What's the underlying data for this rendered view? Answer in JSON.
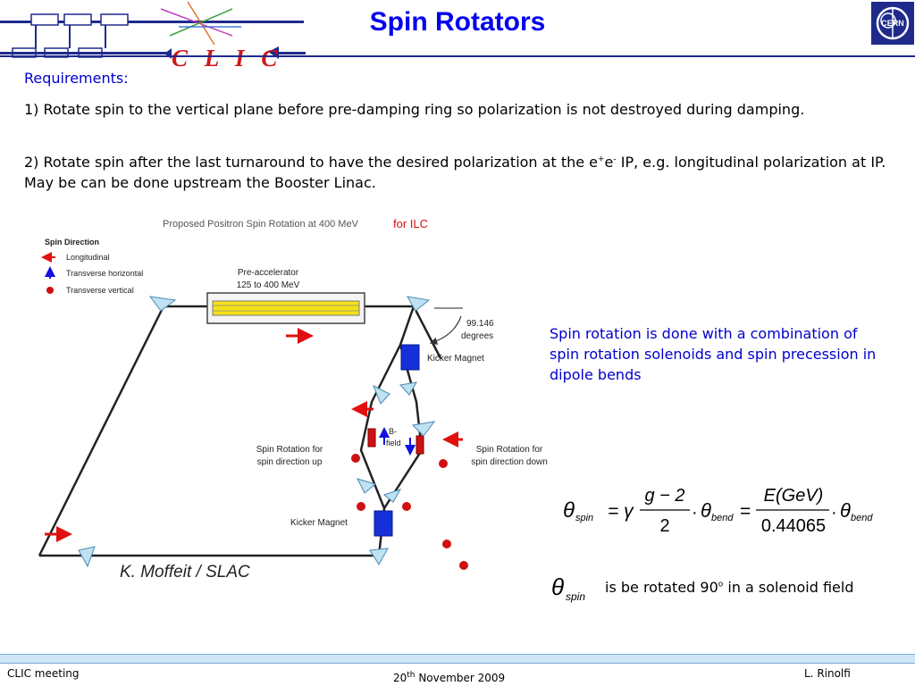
{
  "header": {
    "title": "Spin Rotators",
    "logo_text": "C L I C",
    "cern_label": "CERN"
  },
  "requirements": {
    "heading": "Requirements:",
    "item1": "1) Rotate spin to the vertical plane before pre-damping ring so polarization is not destroyed during damping.",
    "item2_pre": "2) Rotate spin after the last turnaround to have the desired polarization at the e",
    "item2_sup1": "+",
    "item2_mid": "e",
    "item2_sup2": "-",
    "item2_post": " IP, e.g. longitudinal polarization at IP.  May be can be done upstream the Booster Linac."
  },
  "diagram": {
    "title": "Proposed Positron Spin Rotation at 400 MeV",
    "for_ilc": "for ILC",
    "legend_title": "Spin Direction",
    "legend_longitudinal": "Longitudinal",
    "legend_transverse_h": "Transverse horizontal",
    "legend_transverse_v": "Transverse vertical",
    "pre_accel_1": "Pre-accelerator",
    "pre_accel_2": "125 to 400 MeV",
    "angle_1": "99.146",
    "angle_2": "degrees",
    "kicker_top": "Kicker Magnet",
    "kicker_bottom": "Kicker Magnet",
    "bfield_1": "B-",
    "bfield_2": "field",
    "rot_up_1": "Spin Rotation for",
    "rot_up_2": "spin direction up",
    "rot_down_1": "Spin Rotation for",
    "rot_down_2": "spin direction down",
    "credit": "K. Moffeit / SLAC"
  },
  "side_note": "Spin rotation is done with a combination of spin rotation solenoids and spin precession in dipole bends",
  "formula": {
    "theta": "θ",
    "sub_spin": "spin",
    "eq1": "= γ",
    "num1": "g − 2",
    "den1": "2",
    "dot": "·",
    "theta2": "θ",
    "sub_bend": "bend",
    "eq2": "=",
    "num2": "E(GeV)",
    "den2": "0.44065",
    "theta3": "θ",
    "sub_bend2": "bend"
  },
  "rotated": {
    "theta": "θ",
    "sub": "spin",
    "text_pre": "is be rotated 90",
    "text_sup": "o",
    "text_post": " in a solenoid field"
  },
  "footer": {
    "left": "CLIC  meeting",
    "center_pre": "20",
    "center_sup": "th",
    "center_post": " November 2009",
    "right": "L. Rinolfi"
  },
  "colors": {
    "title_blue": "#0000ee",
    "note_blue": "#0000cc",
    "clic_red": "#d01818",
    "header_navy": "#1f2a8c"
  }
}
